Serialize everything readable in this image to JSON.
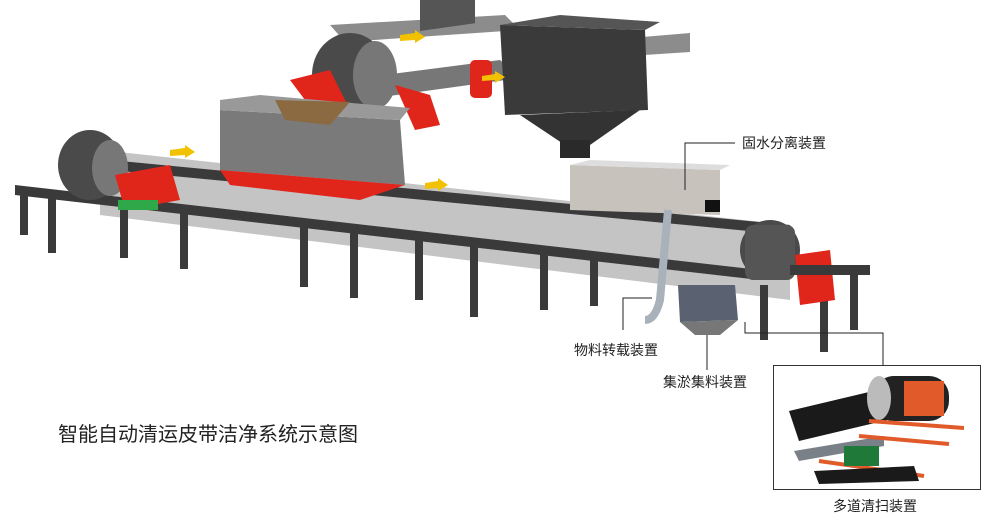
{
  "title": "智能自动清运皮带洁净系统示意图",
  "labels": {
    "solid_water_separator": "固水分离装置",
    "material_transfer": "物料转载装置",
    "sludge_collection": "集淤集料装置",
    "multi_stage_cleaner": "多道清扫装置"
  },
  "colors": {
    "frame": "#3a3a3a",
    "belt": "#9a9a9a",
    "accent_red": "#e0251b",
    "green": "#2fa84a",
    "arrow_yellow": "#f2c200"
  }
}
